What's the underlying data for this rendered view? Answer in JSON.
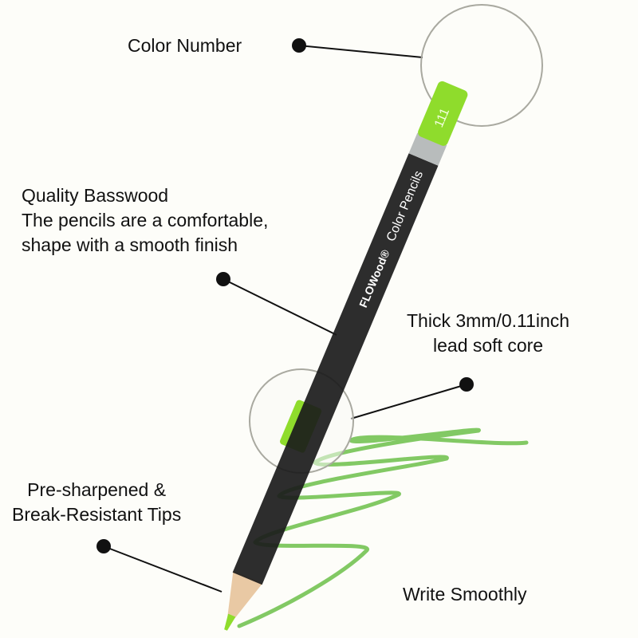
{
  "labels": {
    "color_number": "Color Number",
    "basswood_title": "Quality Basswood",
    "basswood_line1": "The pencils are a comfortable,",
    "basswood_line2": "shape with a smooth finish",
    "core_line1": "Thick 3mm/0.11inch",
    "core_line2": "lead soft core",
    "tips_line1": "Pre-sharpened &",
    "tips_line2": "Break-Resistant Tips",
    "write": "Write Smoothly"
  },
  "pencil": {
    "brand": "FLOWood®",
    "product": "Color Pencils",
    "color_number": "111"
  },
  "colors": {
    "lead": "#8fdc2c",
    "body": "#1b1b1b",
    "scribble": "#6cc04a",
    "wood": "#e9c9a4"
  }
}
